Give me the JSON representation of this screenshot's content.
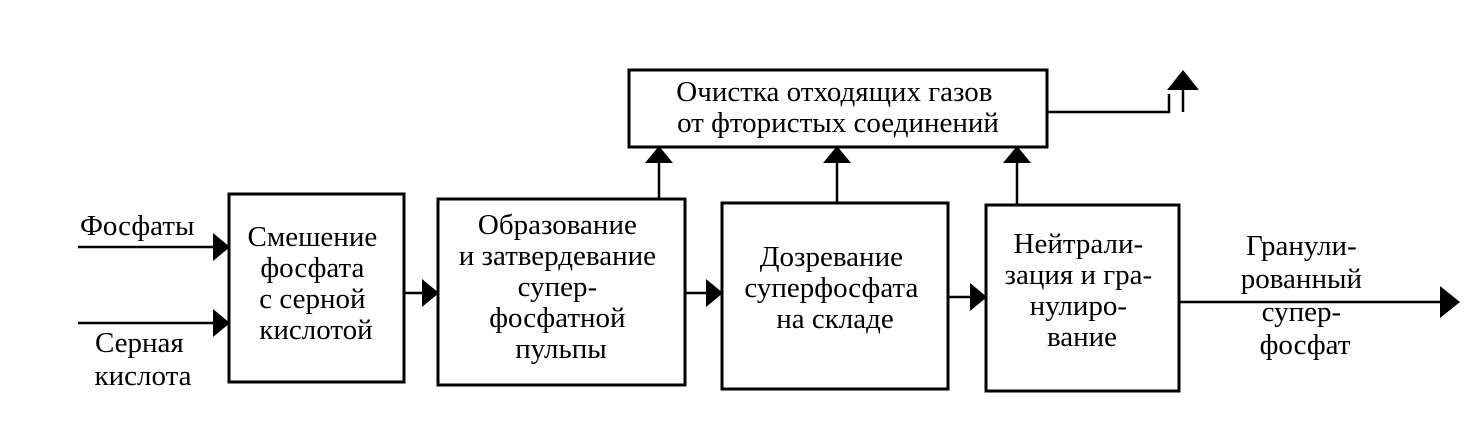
{
  "inputs": {
    "phosphates": "Фосфаты",
    "sulfuric_acid": [
      "Серная",
      "кислота"
    ]
  },
  "boxes": {
    "gas_cleaning": [
      "Очистка отходящих газов",
      "от фтористых соединений"
    ],
    "mixing": [
      "Смешение",
      "фосфата",
      "с серной",
      "кислотой"
    ],
    "formation": [
      "Образование",
      "и затвердевание",
      "супер-",
      "фосфатной",
      "пульпы"
    ],
    "maturation": [
      "Дозревание",
      "суперфосфата",
      "на складе"
    ],
    "neutralization": [
      "Нейтрали-",
      "зация и гра-",
      "нулиро-",
      "вание"
    ]
  },
  "output": {
    "product": [
      "Гранули-",
      "рованный",
      "супер-",
      "фосфат"
    ]
  }
}
